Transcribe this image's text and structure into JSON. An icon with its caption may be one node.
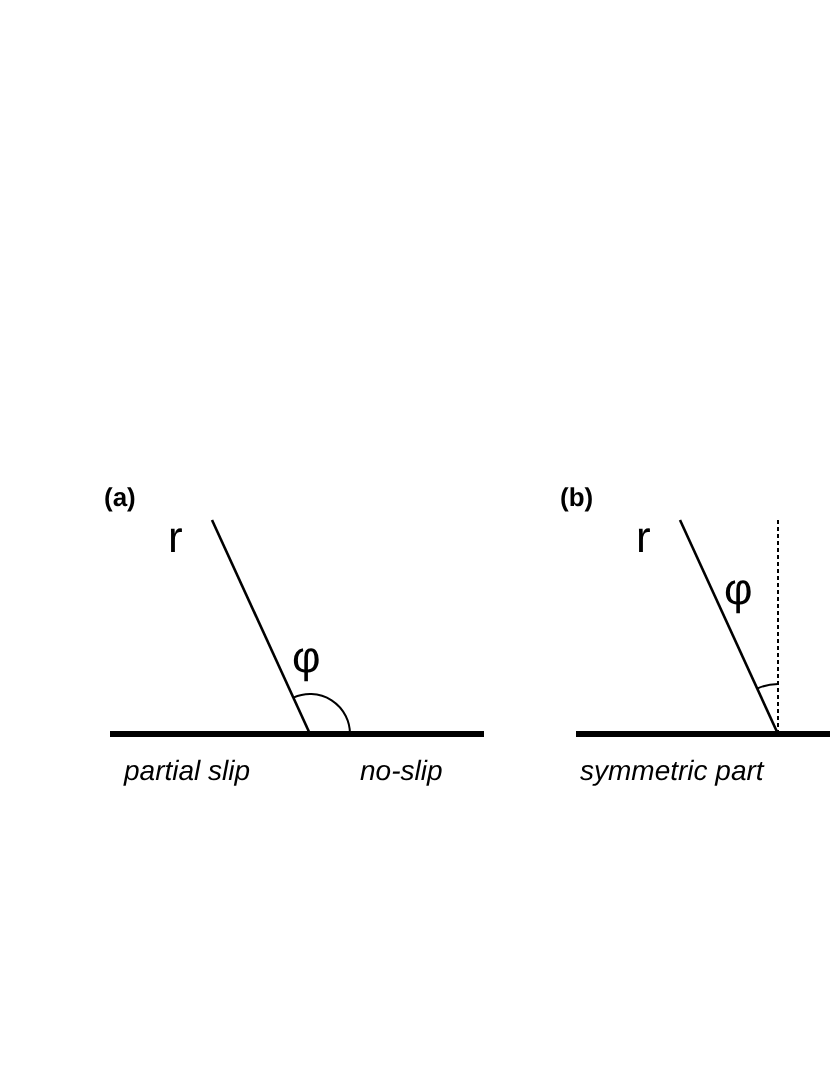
{
  "diagram": {
    "labels": [
      "(a)",
      "r",
      "φ",
      "partial slip",
      "no-slip",
      "(b)",
      "r",
      "φ",
      "symmetric part"
    ]
  }
}
